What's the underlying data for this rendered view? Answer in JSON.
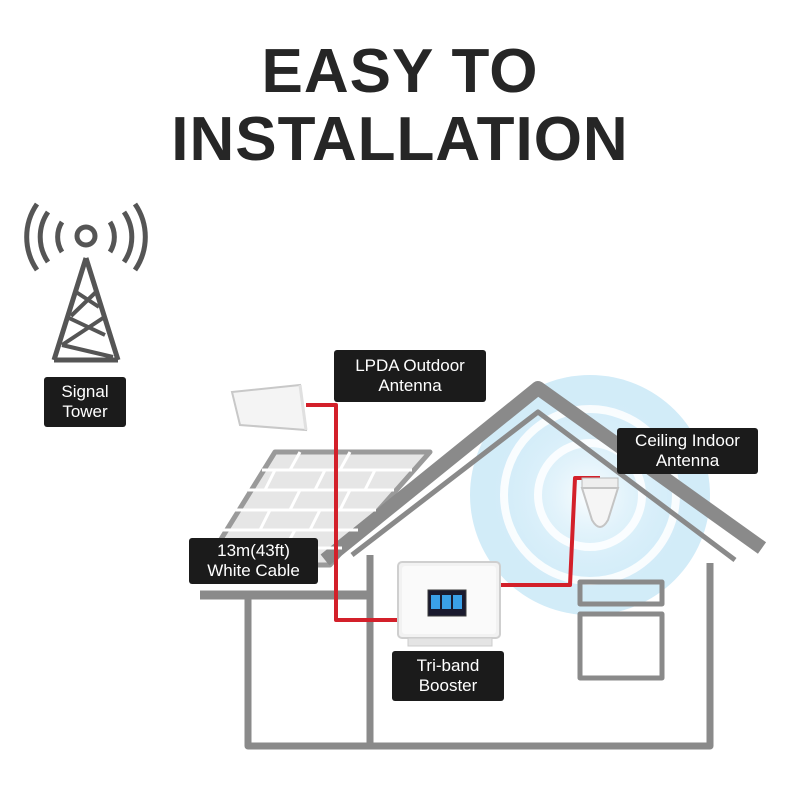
{
  "title": {
    "line1": "EASY TO",
    "line2": "INSTALLATION"
  },
  "labels": {
    "signal_tower": [
      "Signal",
      "Tower"
    ],
    "lpda_antenna": [
      "LPDA Outdoor",
      "Antenna"
    ],
    "ceiling_antenna": [
      "Ceiling Indoor",
      "Antenna"
    ],
    "cable": [
      "13m(43ft)",
      "White Cable"
    ],
    "booster": [
      "Tri-band",
      "Booster"
    ]
  },
  "colors": {
    "house_outline": "#8a8a8a",
    "cable": "#d3202a",
    "label_bg": "#1b1b1b",
    "signal_wave": "#7ec8ec"
  },
  "icons": [
    "signal-tower-icon",
    "lpda-antenna-icon",
    "ceiling-antenna-icon",
    "booster-device-icon"
  ]
}
